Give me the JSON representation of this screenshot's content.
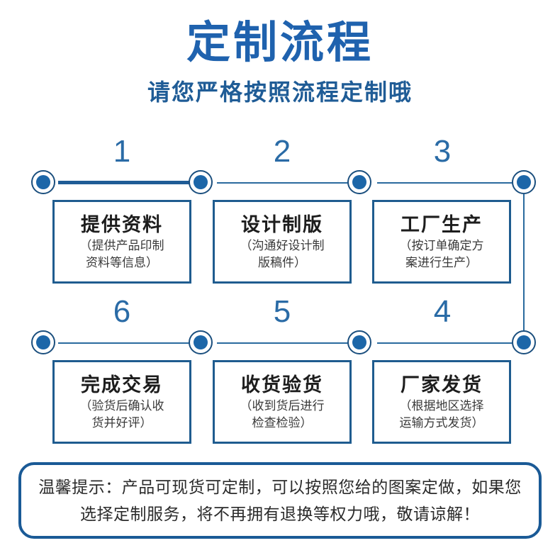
{
  "header": {
    "title": "定制流程",
    "subtitle": "请您严格按照流程定制哦"
  },
  "colors": {
    "title_blue": "#1F62AE",
    "subtitle_blue": "#1F5C96",
    "node_blue": "#1C66A8",
    "box_border_blue": "#1F5C8F",
    "line_blue": "#2A6A9E",
    "tip_border_blue": "#1A5A96",
    "background": "#FFFFFF"
  },
  "flow": {
    "row_top": {
      "steps": [
        {
          "number": "1",
          "title": "提供资料",
          "desc": "（提供产品印制\n资料等信息）",
          "desc_line1": "（提供产品印制",
          "desc_line2": "资料等信息）"
        },
        {
          "number": "2",
          "title": "设计制版",
          "desc": "（沟通好设计制\n版稿件）",
          "desc_line1": "（沟通好设计制",
          "desc_line2": "版稿件）"
        },
        {
          "number": "3",
          "title": "工厂生产",
          "desc": "（按订单确定方\n案进行生产）",
          "desc_line1": "（按订单确定方",
          "desc_line2": "案进行生产）"
        }
      ]
    },
    "row_bottom": {
      "steps": [
        {
          "number": "6",
          "title": "完成交易",
          "desc": "（验货后确认收\n货并好评）",
          "desc_line1": "（验货后确认收",
          "desc_line2": "货并好评）"
        },
        {
          "number": "5",
          "title": "收货验货",
          "desc": "（收到货后进行\n检查检验）",
          "desc_line1": "（收到货后进行",
          "desc_line2": "检查检验）"
        },
        {
          "number": "4",
          "title": "厂家发货",
          "desc": "（根据地区选择\n运输方式发货）",
          "desc_line1": "（根据地区选择",
          "desc_line2": "运输方式发货）"
        }
      ]
    }
  },
  "tip": {
    "text": "温馨提示：产品可现货可定制，可以按照您给的图案定做，如果您选择定制服务，将不再拥有退换等权力哦，敬请谅解！"
  }
}
